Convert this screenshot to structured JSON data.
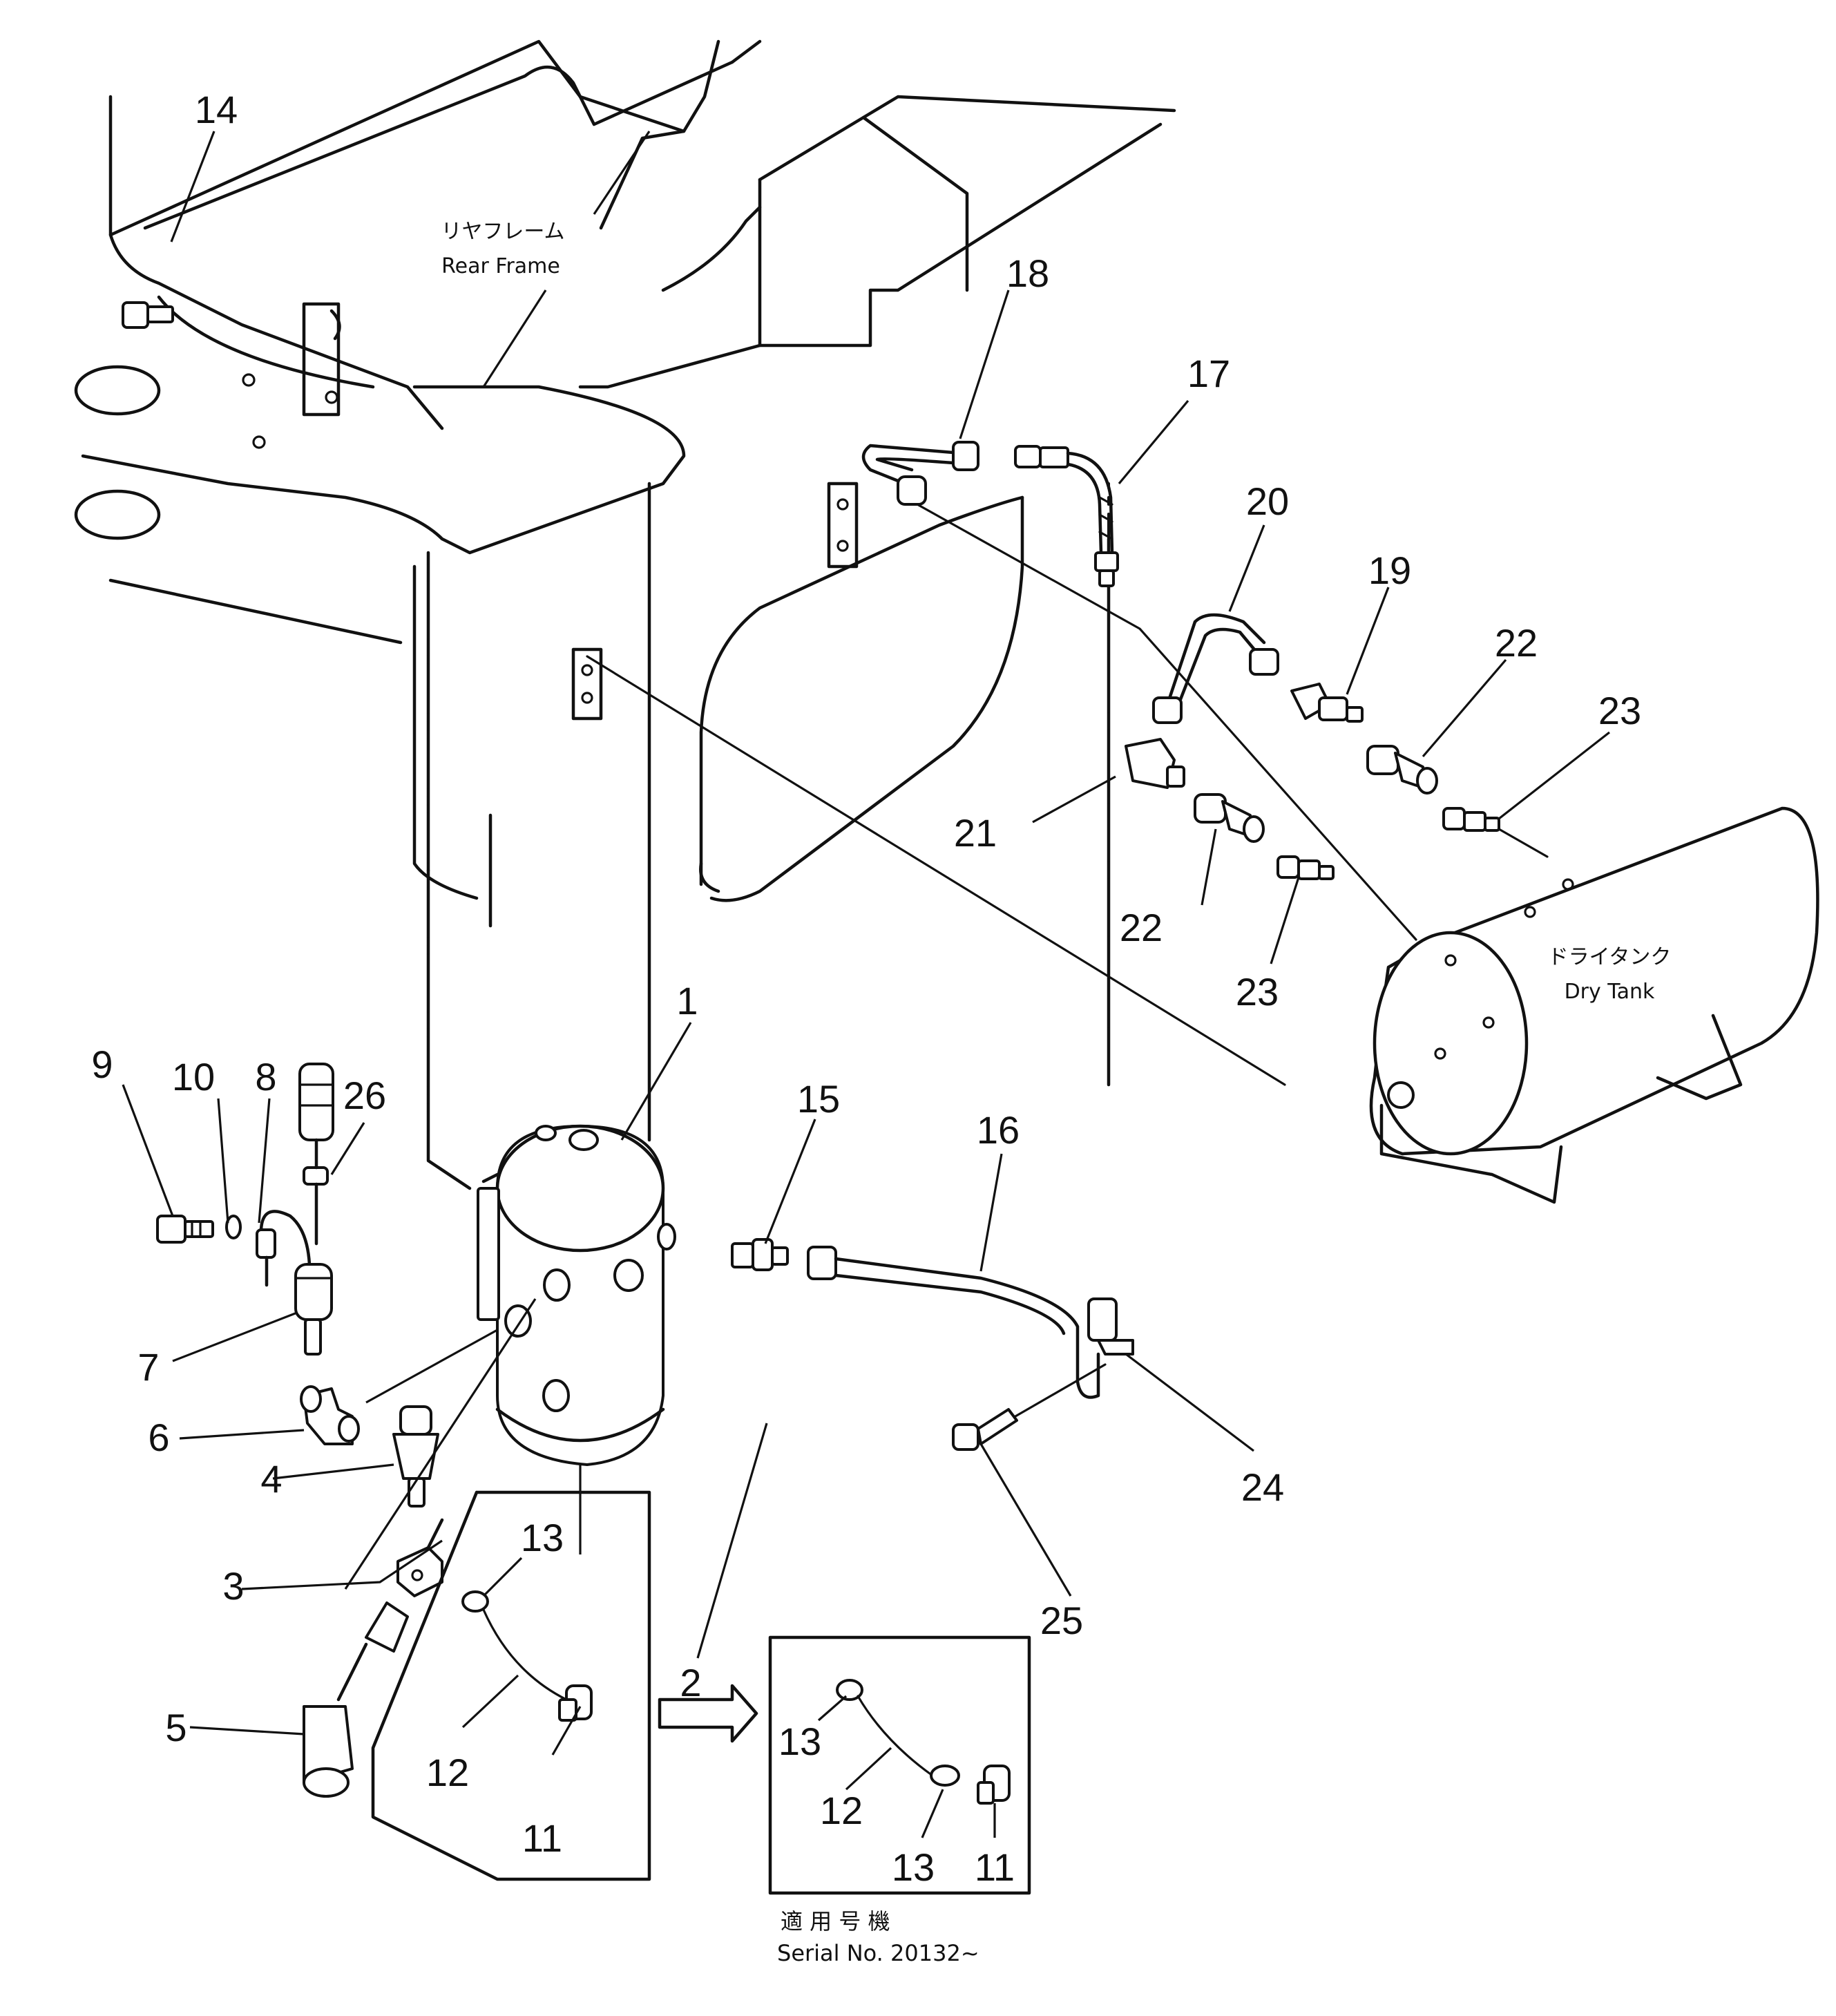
{
  "labels": {
    "rear_frame_jp": "リヤフレーム",
    "rear_frame_en": "Rear Frame",
    "dry_tank_jp": "ドライタンク",
    "dry_tank_en": "Dry Tank",
    "serial_jp": "適 用 号 機",
    "serial_en": "Serial No. 20132~"
  },
  "callouts": {
    "p1": "1",
    "p2": "2",
    "p3": "3",
    "p4": "4",
    "p5": "5",
    "p6": "6",
    "p7": "7",
    "p8": "8",
    "p9": "9",
    "p10": "10",
    "p11a": "11",
    "p12a": "12",
    "p13a": "13",
    "p11b": "11",
    "p12b": "12",
    "p13b": "13",
    "p13c": "13",
    "p14": "14",
    "p15": "15",
    "p16": "16",
    "p17": "17",
    "p18": "18",
    "p19": "19",
    "p20": "20",
    "p21": "21",
    "p22a": "22",
    "p22b": "22",
    "p23a": "23",
    "p23b": "23",
    "p24": "24",
    "p25": "25",
    "p26": "26"
  }
}
